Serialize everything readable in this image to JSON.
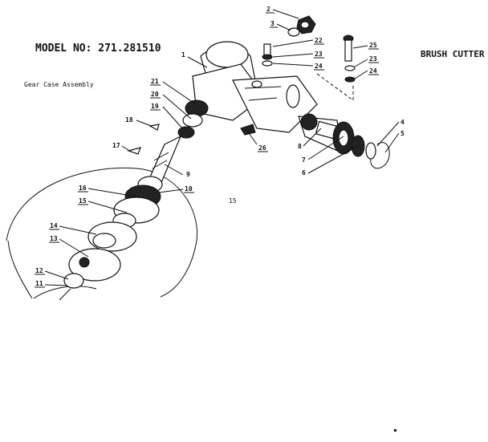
{
  "header": {
    "model": "MODEL NO: 271.281510",
    "product": "BRUSH CUTTER",
    "assembly_title": "Gear Case Assembly",
    "page_ref": "15"
  },
  "part_labels": {
    "p1": "1",
    "p2": "2",
    "p3": "3",
    "p4": "4",
    "p5": "5",
    "p6": "6",
    "p7": "7",
    "p8": "8",
    "p9": "9",
    "p10": "10",
    "p11": "11",
    "p12": "12",
    "p13": "13",
    "p14": "14",
    "p15": "15",
    "p16": "16",
    "p17": "17",
    "p18": "18",
    "p19": "19",
    "p20": "20",
    "p21": "21",
    "p22": "22",
    "p23a": "23",
    "p24a": "24",
    "p25": "25",
    "p23b": "23",
    "p24b": "24",
    "p26": "26"
  }
}
